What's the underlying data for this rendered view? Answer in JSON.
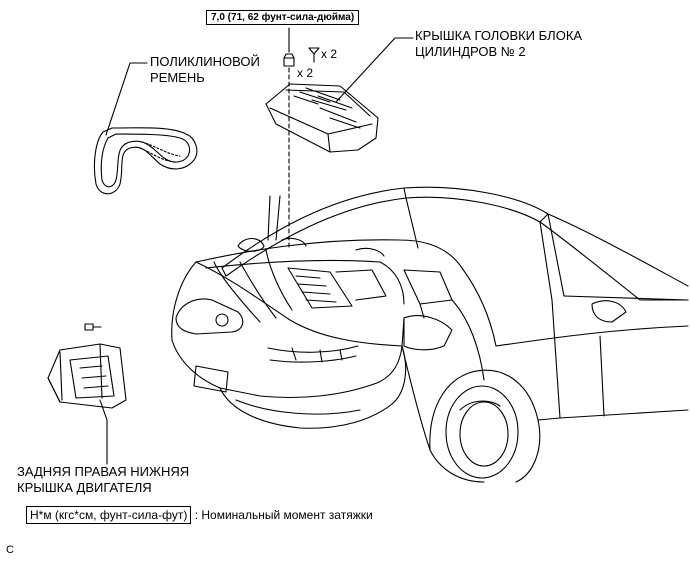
{
  "torque_spec": "7,0 (71, 62 фунт-сила-дюйма)",
  "fastener_qty_bolt": "x 2",
  "fastener_qty_clip": "x 2",
  "labels": {
    "belt": [
      "ПОЛИКЛИНОВОЙ",
      "РЕМЕНЬ"
    ],
    "head_cover": [
      "КРЫШКА ГОЛОВКИ БЛОКА",
      "ЦИЛИНДРОВ № 2"
    ],
    "engine_cover": [
      "ЗАДНЯЯ ПРАВАЯ НИЖНЯЯ",
      "КРЫШКА ДВИГАТЕЛЯ"
    ]
  },
  "legend": {
    "unit_box": "Н*м (кгс*см, фунт-сила-фут)",
    "meaning": ": Номинальный момент затяжки"
  },
  "figure_code": "C"
}
